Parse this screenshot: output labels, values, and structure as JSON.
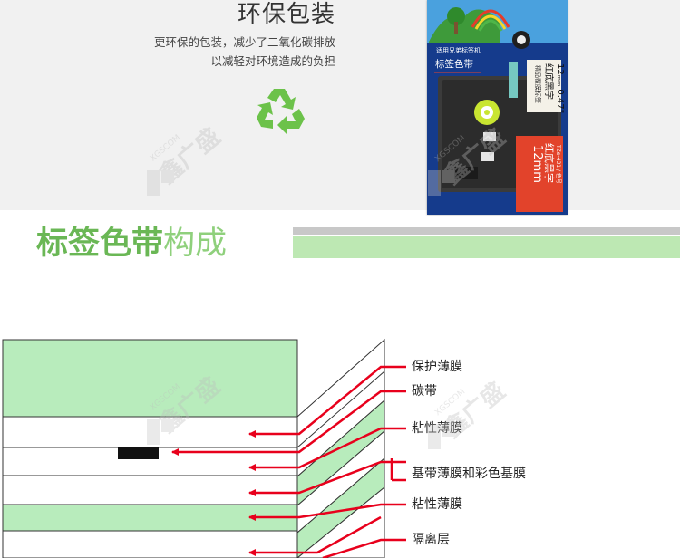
{
  "eco_section": {
    "title": "环保包装",
    "description_line1": "更环保的包装，减少了二氧化碳排放",
    "description_line2": "以减轻对环境造成的负担",
    "icon": "recycle-icon",
    "icon_color": "#6cc24a"
  },
  "product_image": {
    "compat_text": "适用兄弟标签机",
    "product_name": "标签色带",
    "spec_text": "12ₘₘ 0.47\"",
    "label_upper": "红底黑字",
    "label_small": "精品覆膜标签",
    "label_lower_top": "TZe-431 / 色号",
    "label_lower": "红底黑字",
    "label_size": "12mm",
    "colors": {
      "package": "#153b8c",
      "label_red": "#e2432b"
    }
  },
  "section_header": {
    "title_bold": "标签色带",
    "title_light": "构成",
    "accent_color": "#6ab755",
    "band_color": "#bde8b3"
  },
  "diagram": {
    "layers": [
      "保护薄膜",
      "碳带",
      "粘性薄膜",
      "基带薄膜和彩色基膜",
      "粘性薄膜",
      "隔离层"
    ],
    "arrow_color": "#e8001c",
    "green_color": "#b8ecbc"
  },
  "watermark": {
    "text": "鑫广盛",
    "subtext": "XGSCOM"
  }
}
